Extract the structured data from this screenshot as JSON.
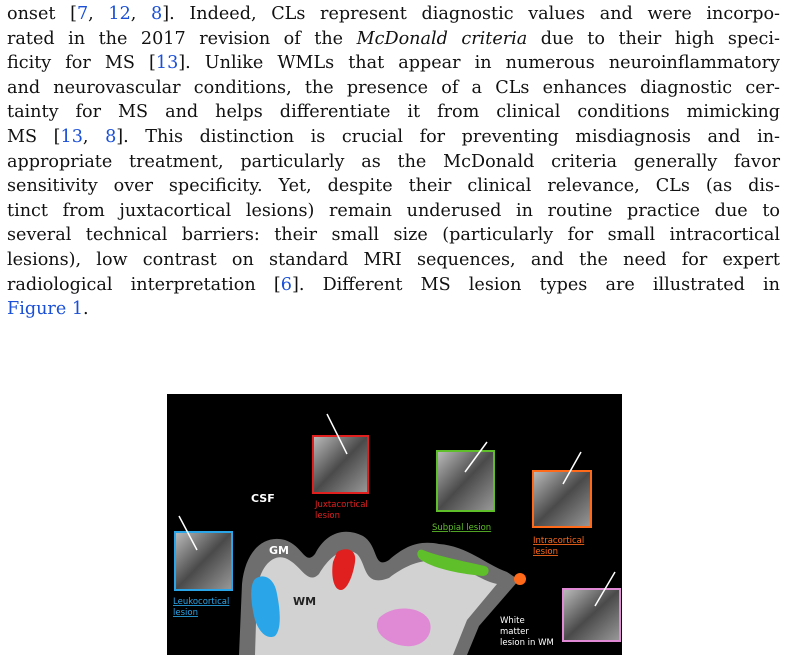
{
  "paragraph": {
    "lines": [
      [
        {
          "t": "onset ["
        },
        {
          "t": "7",
          "c": 1
        },
        {
          "t": ", "
        },
        {
          "t": "12",
          "c": 1
        },
        {
          "t": ", "
        },
        {
          "t": "8",
          "c": 1
        },
        {
          "t": "]. Indeed, CLs represent diagnostic values and were incorpo-"
        }
      ],
      [
        {
          "t": "rated in the 2017 revision of the "
        },
        {
          "t": "McDonald criteria",
          "i": 1
        },
        {
          "t": " due to their high speci-"
        }
      ],
      [
        {
          "t": "ficity for MS ["
        },
        {
          "t": "13",
          "c": 1
        },
        {
          "t": "]. Unlike WMLs that appear in numerous neuroinflammatory"
        }
      ],
      [
        {
          "t": "and neurovascular conditions, the presence of a CLs enhances diagnostic cer-"
        }
      ],
      [
        {
          "t": "tainty for MS and helps differentiate it from clinical conditions mimicking"
        }
      ],
      [
        {
          "t": "MS ["
        },
        {
          "t": "13",
          "c": 1
        },
        {
          "t": ", "
        },
        {
          "t": "8",
          "c": 1
        },
        {
          "t": "]. This distinction is crucial for preventing misdiagnosis and in-"
        }
      ],
      [
        {
          "t": "appropriate treatment, particularly as the McDonald criteria generally favor"
        }
      ],
      [
        {
          "t": "sensitivity over specificity. Yet, despite their clinical relevance, CLs (as dis-"
        }
      ],
      [
        {
          "t": "tinct from juxtacortical lesions) remain underused in routine practice due to"
        }
      ],
      [
        {
          "t": "several technical barriers: their small size (particularly for small intracortical"
        }
      ],
      [
        {
          "t": "lesions), low contrast on standard MRI sequences, and the need for expert"
        }
      ],
      [
        {
          "t": "radiological interpretation ["
        },
        {
          "t": "6",
          "c": 1
        },
        {
          "t": "]. Different MS lesion types are illustrated in"
        }
      ],
      [
        {
          "t": "Figure 1",
          "c": 1
        },
        {
          "t": "."
        }
      ]
    ]
  },
  "figure": {
    "labels": {
      "csf": "CSF",
      "gm": "GM",
      "wm": "WM",
      "juxtacortical_l1": "Juxtacortical",
      "juxtacortical_l2": "lesion",
      "subpial": "Subpial lesion",
      "intracortical_l1": "Intracortical",
      "intracortical_l2": "lesion",
      "leukocortical_l1": "Leukocortical",
      "leukocortical_l2": "lesion",
      "wm_lesion_l1": "White",
      "wm_lesion_l2": "matter",
      "wm_lesion_l3": "lesion in WM"
    },
    "colors": {
      "background": "#000000",
      "gray_matter": "#6e6e6e",
      "white_matter": "#d2d2d2",
      "juxtacortical": "#e0201f",
      "subpial": "#5fbf2a",
      "intracortical": "#ff6a1a",
      "leukocortical": "#2aa6e8",
      "wm_lesion": "#e08ad6"
    }
  }
}
